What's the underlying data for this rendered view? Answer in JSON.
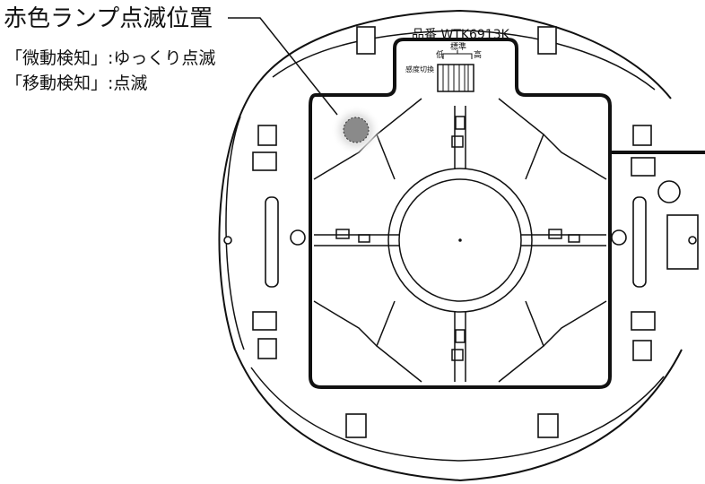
{
  "annotation": {
    "title": "赤色ランプ点滅位置",
    "line1": "「微動検知」:ゆっくり点滅",
    "line2": "「移動検知」:点滅"
  },
  "device": {
    "model_text": "品番 WTK6913K",
    "switch_low": "低",
    "switch_std": "標準",
    "switch_high": "高",
    "switch_name": "感度切換"
  },
  "colors": {
    "line": "#111111",
    "lamp": "#8a8a8a",
    "lamp_glow": "#d8d8d8"
  }
}
